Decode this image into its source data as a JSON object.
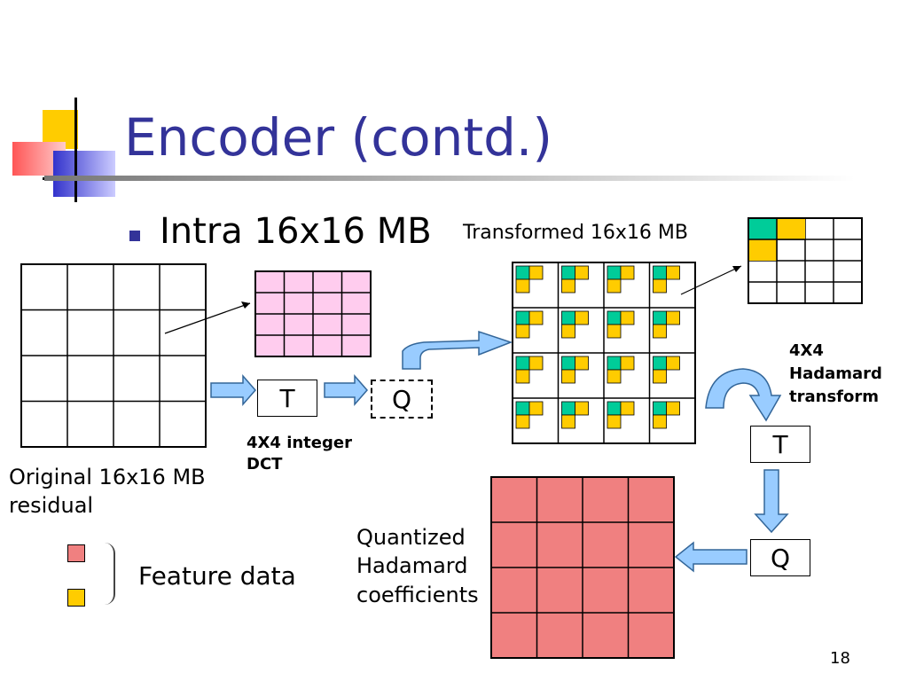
{
  "slide": {
    "title": "Encoder (contd.)",
    "bullet": "Intra 16x16 MB",
    "page_number": "18"
  },
  "labels": {
    "original": "Original 16x16 MB",
    "original_line2": "residual",
    "transformed": "Transformed 16x16 MB",
    "dct": "4X4 integer",
    "dct_line2": "DCT",
    "hadamard": "4X4",
    "hadamard_line2": "Hadamard",
    "hadamard_line3": "transform",
    "quantized": "Quantized",
    "quantized_line2": "Hadamard",
    "quantized_line3": "coefficients",
    "feature": "Feature data"
  },
  "boxes": {
    "t1": "T",
    "q1": "Q",
    "t2": "T",
    "q2": "Q"
  },
  "colors": {
    "title": "#333399",
    "pink_block": "#FFCCEE",
    "green_coef": "#00CC99",
    "yellow_coef": "#FFCC00",
    "red_block": "#F08080",
    "arrow_fill": "#99CCFF",
    "arrow_stroke": "#336699"
  },
  "legend": [
    {
      "color": "#F08080"
    },
    {
      "color": "#FFCC00"
    }
  ]
}
